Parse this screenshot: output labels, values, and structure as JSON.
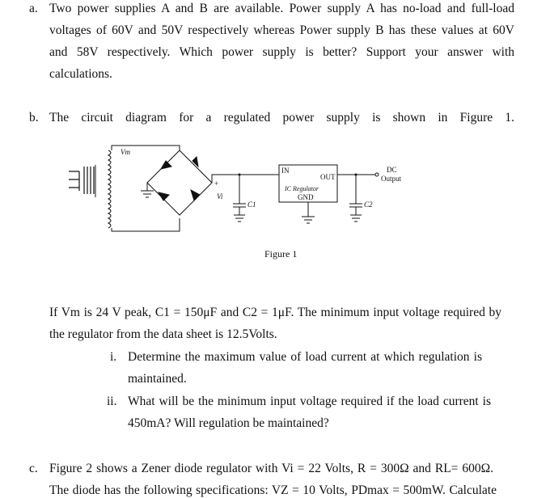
{
  "question_a": {
    "marker": "a.",
    "lines": [
      "Two power supplies A and B are available. Power supply A has no-load and full-load",
      "voltages of 60V and 50V respectively whereas Power supply B has these values at 60V",
      "and 58V respectively. Which power supply is better? Support your answer with",
      "calculations."
    ]
  },
  "question_b": {
    "marker": "b.",
    "intro": "The circuit diagram for a regulated power supply is shown in Figure 1.",
    "figure": {
      "label_vm": "Vm",
      "label_plus": "+",
      "label_vi": "Vi",
      "label_c1": "C1",
      "label_in": "IN",
      "label_out": "OUT",
      "label_ic": "IC Regulator",
      "label_gnd": "GND",
      "label_dc": "DC",
      "label_output": "Output",
      "label_c2": "C2",
      "caption": "Figure 1"
    },
    "given_line1": "If Vm is 24 V peak, C1 = 150μF and C2 = 1μF. The minimum input voltage required by",
    "given_line2": "the regulator from the data sheet is 12.5Volts.",
    "sub_i_marker": "i.",
    "sub_i_line1": "Determine the maximum value of load current at which regulation is",
    "sub_i_line2": "maintained.",
    "sub_ii_marker": "ii.",
    "sub_ii_line1": "What will be the minimum input voltage required if the load current is",
    "sub_ii_line2": "450mA? Will regulation be maintained?"
  },
  "question_c": {
    "marker": "c.",
    "line1": "Figure 2 shows a Zener diode regulator with Vi = 22 Volts, R = 300Ω and RL= 600Ω.",
    "line2": "The diode has the following specifications: VZ = 10 Volts, PDmax = 500mW. Calculate"
  }
}
